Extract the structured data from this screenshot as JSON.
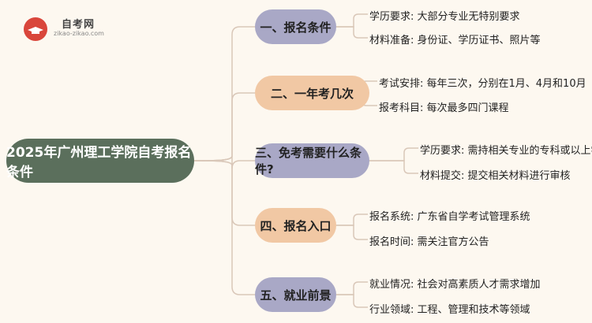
{
  "logo": {
    "name": "自考网",
    "url": "zikao-zikao.com"
  },
  "root": {
    "label": "2025年广州理工学院自考报名条件"
  },
  "branches": [
    {
      "label": "一、报名条件",
      "color": "#a9a8c6",
      "leaves": [
        "学历要求: 大部分专业无特别要求",
        "材料准备: 身份证、学历证书、照片等"
      ]
    },
    {
      "label": "二、一年考几次",
      "color": "#f1c8a4",
      "leaves": [
        "考试安排: 每年三次，分别在1月、4月和10月",
        "报考科目: 每次最多四门课程"
      ]
    },
    {
      "label": "三、免考需要什么条件?",
      "color": "#a9a8c6",
      "leaves": [
        "学历要求: 需持相关专业的专科或以上学历",
        "材料提交: 提交相关材料进行审核"
      ]
    },
    {
      "label": "四、报名入口",
      "color": "#f1c8a4",
      "leaves": [
        "报名系统: 广东省自学考试管理系统",
        "报名时间: 需关注官方公告"
      ]
    },
    {
      "label": "五、就业前景",
      "color": "#a9a8c6",
      "leaves": [
        "就业情况: 社会对高素质人才需求增加",
        "行业领域: 工程、管理和技术等领域"
      ]
    }
  ]
}
